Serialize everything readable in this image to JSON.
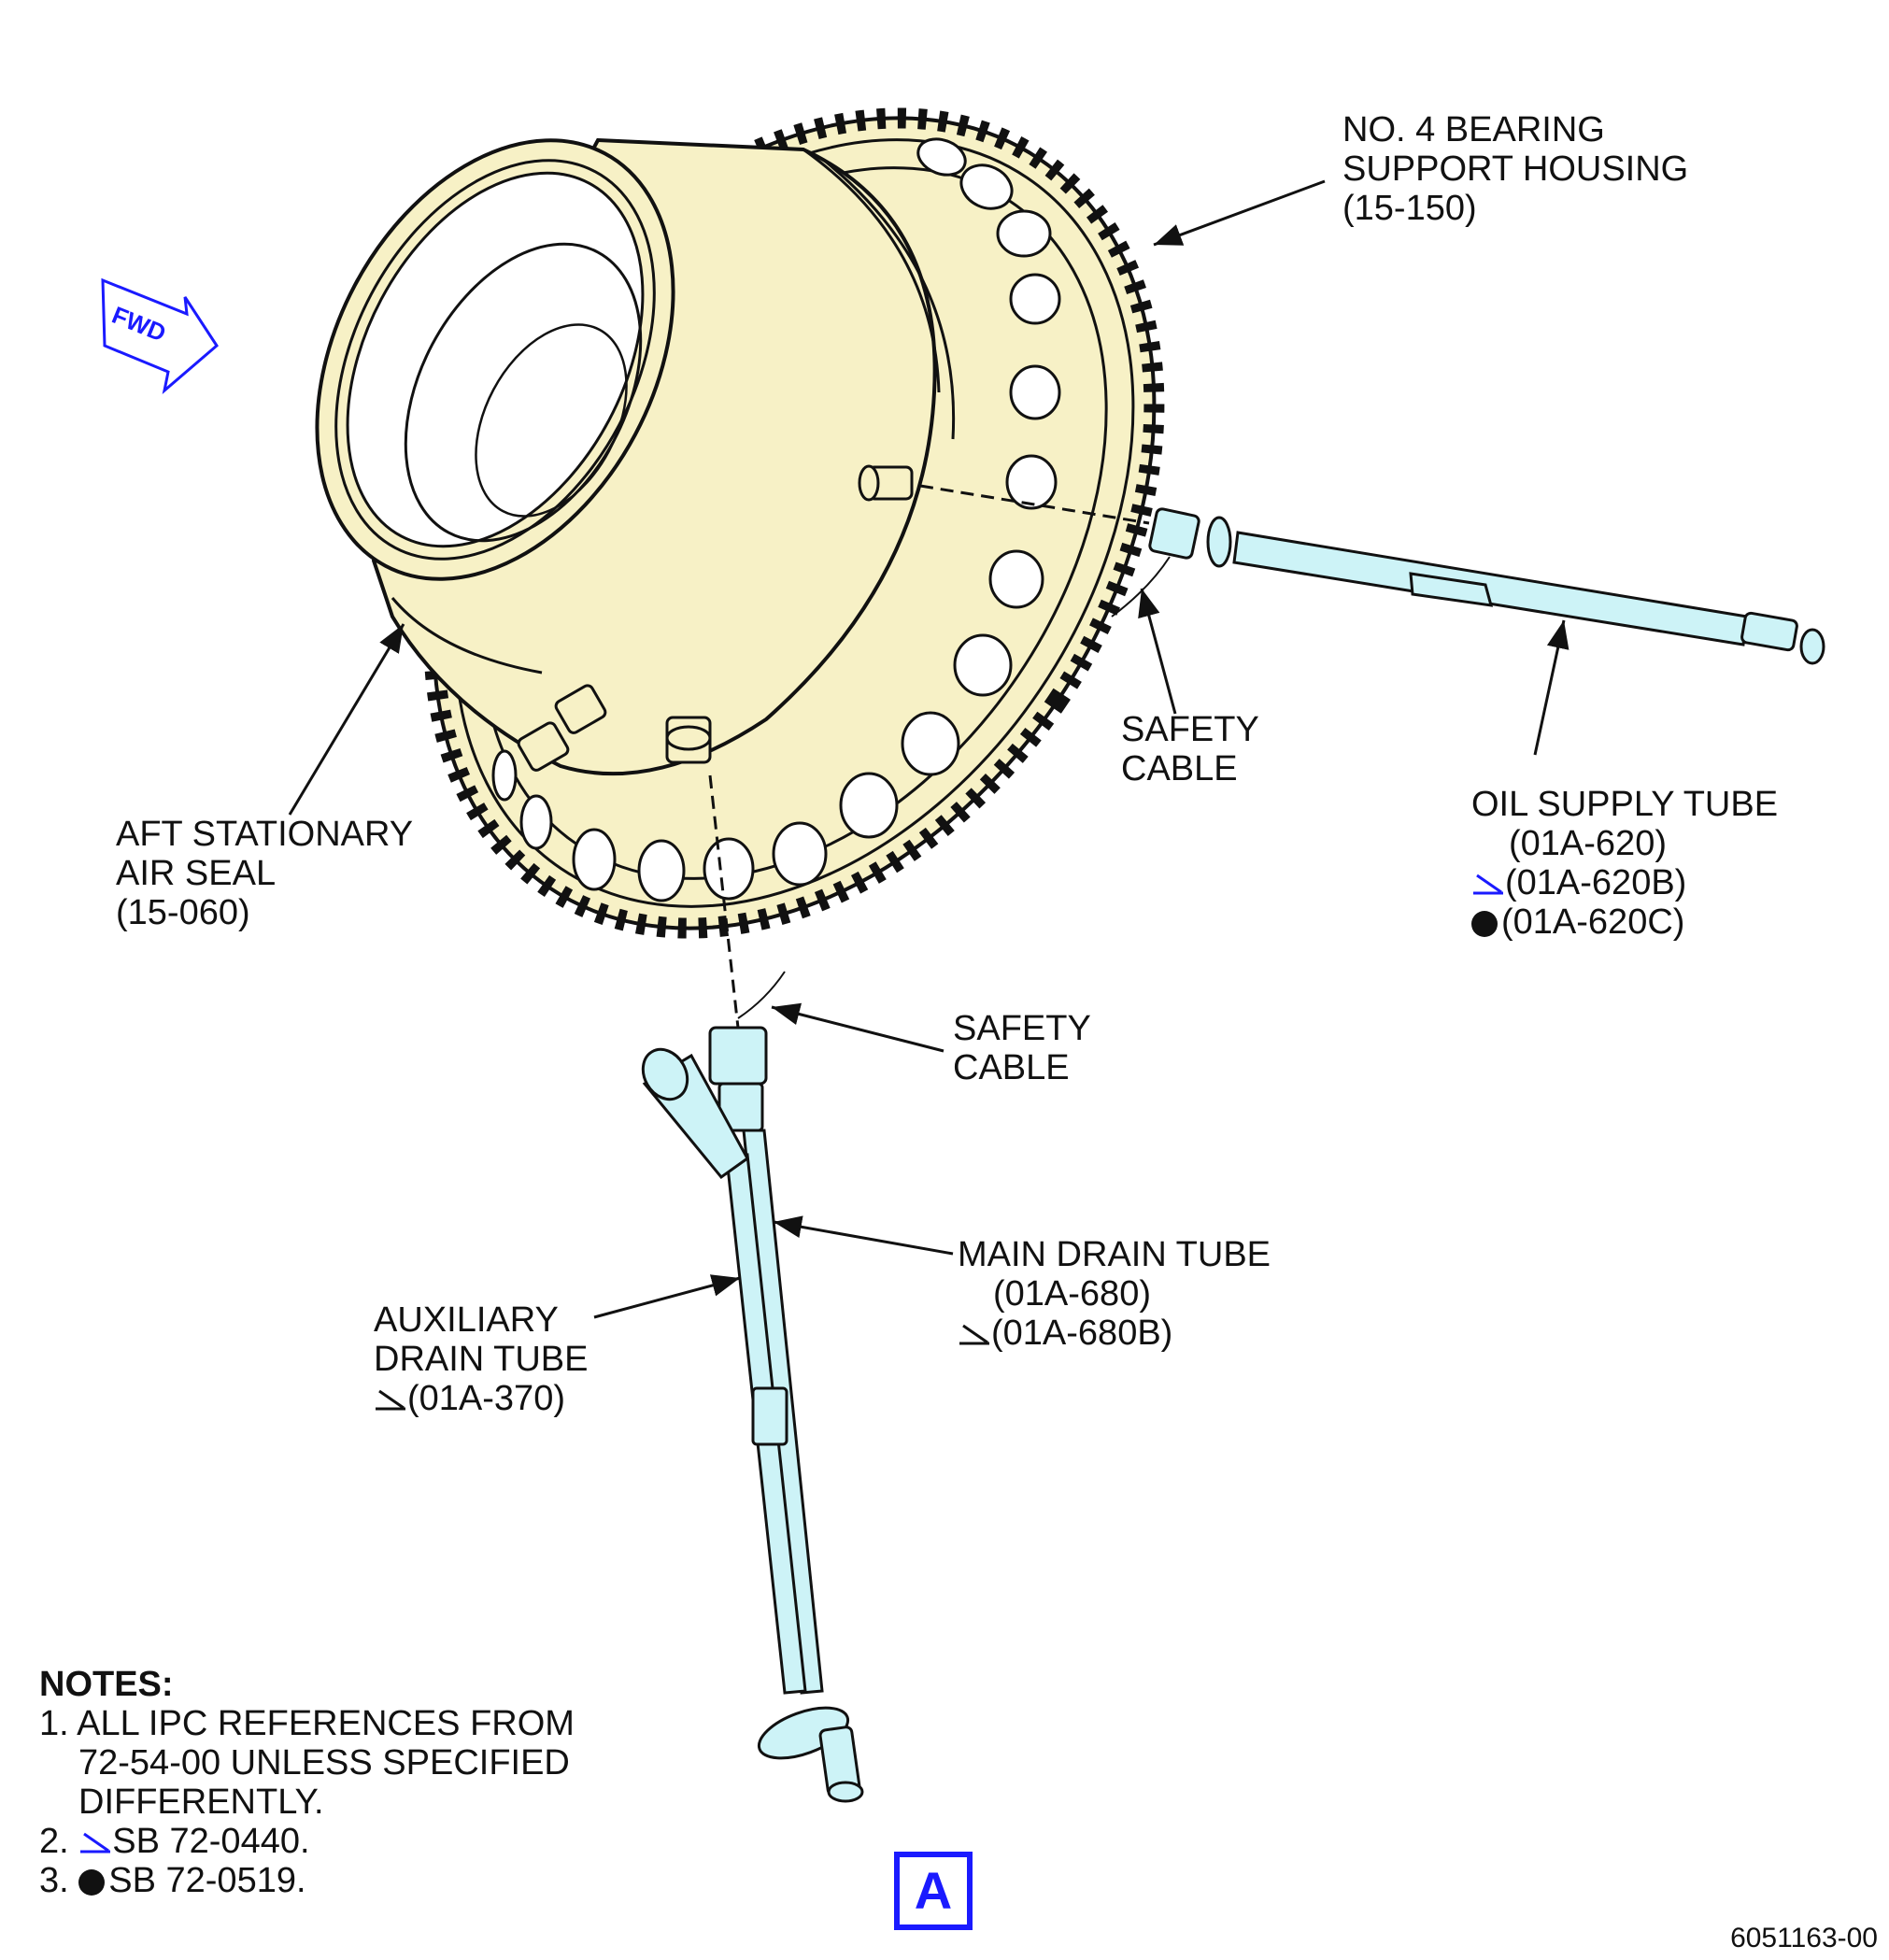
{
  "orientation": {
    "fwd": "FWD"
  },
  "labels": {
    "bearing": [
      "NO. 4 BEARING",
      "SUPPORT HOUSING",
      "(15-150)"
    ],
    "safety1": [
      "SAFETY",
      "CABLE"
    ],
    "oil": [
      "OIL SUPPLY TUBE",
      "(01A-620)",
      "(01A-620B)",
      "(01A-620C)"
    ],
    "aft": [
      "AFT STATIONARY",
      "AIR SEAL",
      "(15-060)"
    ],
    "safety2": [
      "SAFETY",
      "CABLE"
    ],
    "main": [
      "MAIN DRAIN TUBE",
      "(01A-680)",
      "(01A-680B)"
    ],
    "aux": [
      "AUXILIARY",
      "DRAIN TUBE",
      "(01A-370)"
    ]
  },
  "notes": {
    "title": "NOTES:",
    "n1a": "1. ALL IPC REFERENCES FROM",
    "n1b": "72-54-00 UNLESS SPECIFIED",
    "n1c": "DIFFERENTLY.",
    "n2num": "2.",
    "n2": "SB 72-0440.",
    "n3num": "3.",
    "n3": "SB 72-0519."
  },
  "view": "A",
  "figure_number": "6051163-00",
  "colors": {
    "housing": "#f7f1c6",
    "tube": "#cdf3f7",
    "accent_blue": "#1a1aff",
    "line": "#111111"
  },
  "icons": {
    "effectivity_triangle": "sb-0440-triangle-icon",
    "effectivity_dot": "sb-0519-dot-icon"
  }
}
